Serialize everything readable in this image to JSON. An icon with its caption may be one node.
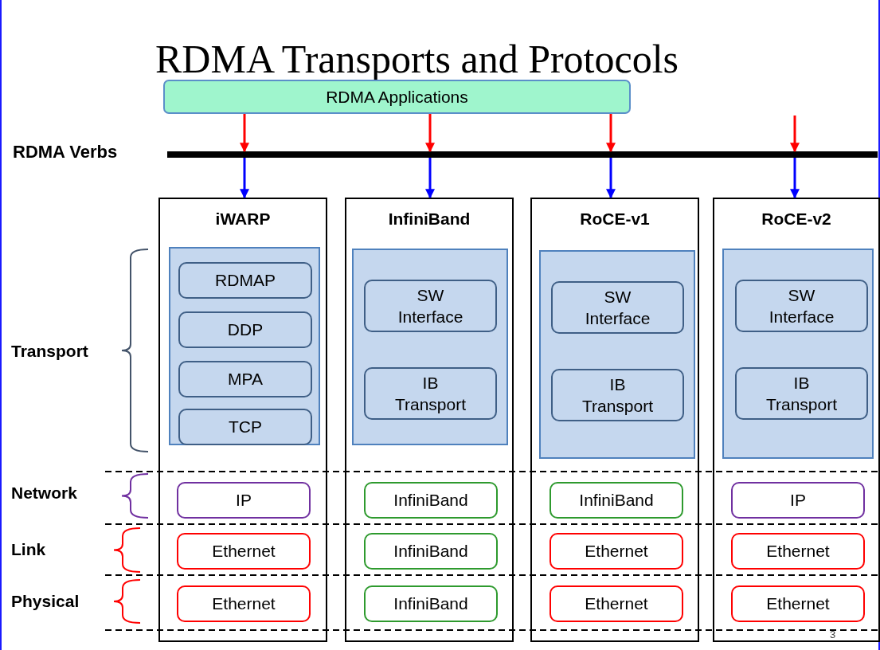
{
  "diagram": {
    "title": "RDMA Transports and Protocols",
    "nodes": [
      {
        "text": [
          "RDMA Applications"
        ]
      },
      {
        "text": [],
        "shape": "bar",
        "beside": [
          "RDMA Verbs"
        ]
      },
      {
        "text": [
          "iWARP"
        ]
      },
      {
        "text": [],
        "shape": "box",
        "in": 2
      },
      {
        "text": [
          "RDMAP"
        ],
        "in": 3
      },
      {
        "text": [
          "DDP"
        ],
        "in": 3
      },
      {
        "text": [
          "MPA"
        ],
        "in": 3
      },
      {
        "text": [
          "TCP"
        ],
        "in": 3
      },
      {
        "text": [
          "IP"
        ],
        "in": 2
      },
      {
        "text": [
          "Ethernet"
        ],
        "in": 2
      },
      {
        "text": [
          "Ethernet"
        ],
        "in": 2
      },
      {
        "text": [
          "InfiniBand"
        ]
      },
      {
        "text": [],
        "shape": "box",
        "in": 11
      },
      {
        "text": [
          "SW Interface"
        ],
        "in": 12
      },
      {
        "text": [
          "IB Transport"
        ],
        "in": 12
      },
      {
        "text": [
          "InfiniBand"
        ],
        "in": 11
      },
      {
        "text": [
          "InfiniBand"
        ],
        "in": 11
      },
      {
        "text": [
          "InfiniBand"
        ],
        "in": 11
      },
      {
        "text": [
          "RoCE-v1"
        ]
      },
      {
        "text": [],
        "shape": "box",
        "in": 18
      },
      {
        "text": [
          "SW Interface"
        ],
        "in": 19
      },
      {
        "text": [
          "IB Transport"
        ],
        "in": 19
      },
      {
        "text": [
          "InfiniBand"
        ],
        "in": 18
      },
      {
        "text": [
          "Ethernet"
        ],
        "in": 18
      },
      {
        "text": [
          "Ethernet"
        ],
        "in": 18
      },
      {
        "text": [
          "RoCE-v2"
        ]
      },
      {
        "text": [],
        "shape": "box",
        "in": 25
      },
      {
        "text": [
          "SW Interface"
        ],
        "in": 26
      },
      {
        "text": [
          "IB Transport"
        ],
        "in": 26
      },
      {
        "text": [
          "IP"
        ],
        "in": 25
      },
      {
        "text": [
          "Ethernet"
        ],
        "in": 25
      },
      {
        "text": [
          "Ethernet"
        ],
        "in": 25
      }
    ],
    "edges": [
      {
        "from": 0,
        "to": 1,
        "arrow": "to",
        "color": "#ff0000"
      },
      {
        "from": 0,
        "to": 1,
        "arrow": "to",
        "color": "#ff0000"
      },
      {
        "from": 0,
        "to": 1,
        "arrow": "to",
        "color": "#ff0000"
      },
      {
        "from": null,
        "to": 1,
        "arrow": "to",
        "color": "#ff0000"
      },
      {
        "from": 1,
        "to": 2,
        "arrow": "to",
        "color": "#0000ff"
      },
      {
        "from": 1,
        "to": 11,
        "arrow": "to",
        "color": "#0000ff"
      },
      {
        "from": 1,
        "to": 18,
        "arrow": "to",
        "color": "#0000ff"
      },
      {
        "from": 1,
        "to": 25,
        "arrow": "to",
        "color": "#0000ff"
      }
    ],
    "labels": [
      "Transport",
      "Network",
      "Link",
      "Physical",
      "3"
    ]
  }
}
